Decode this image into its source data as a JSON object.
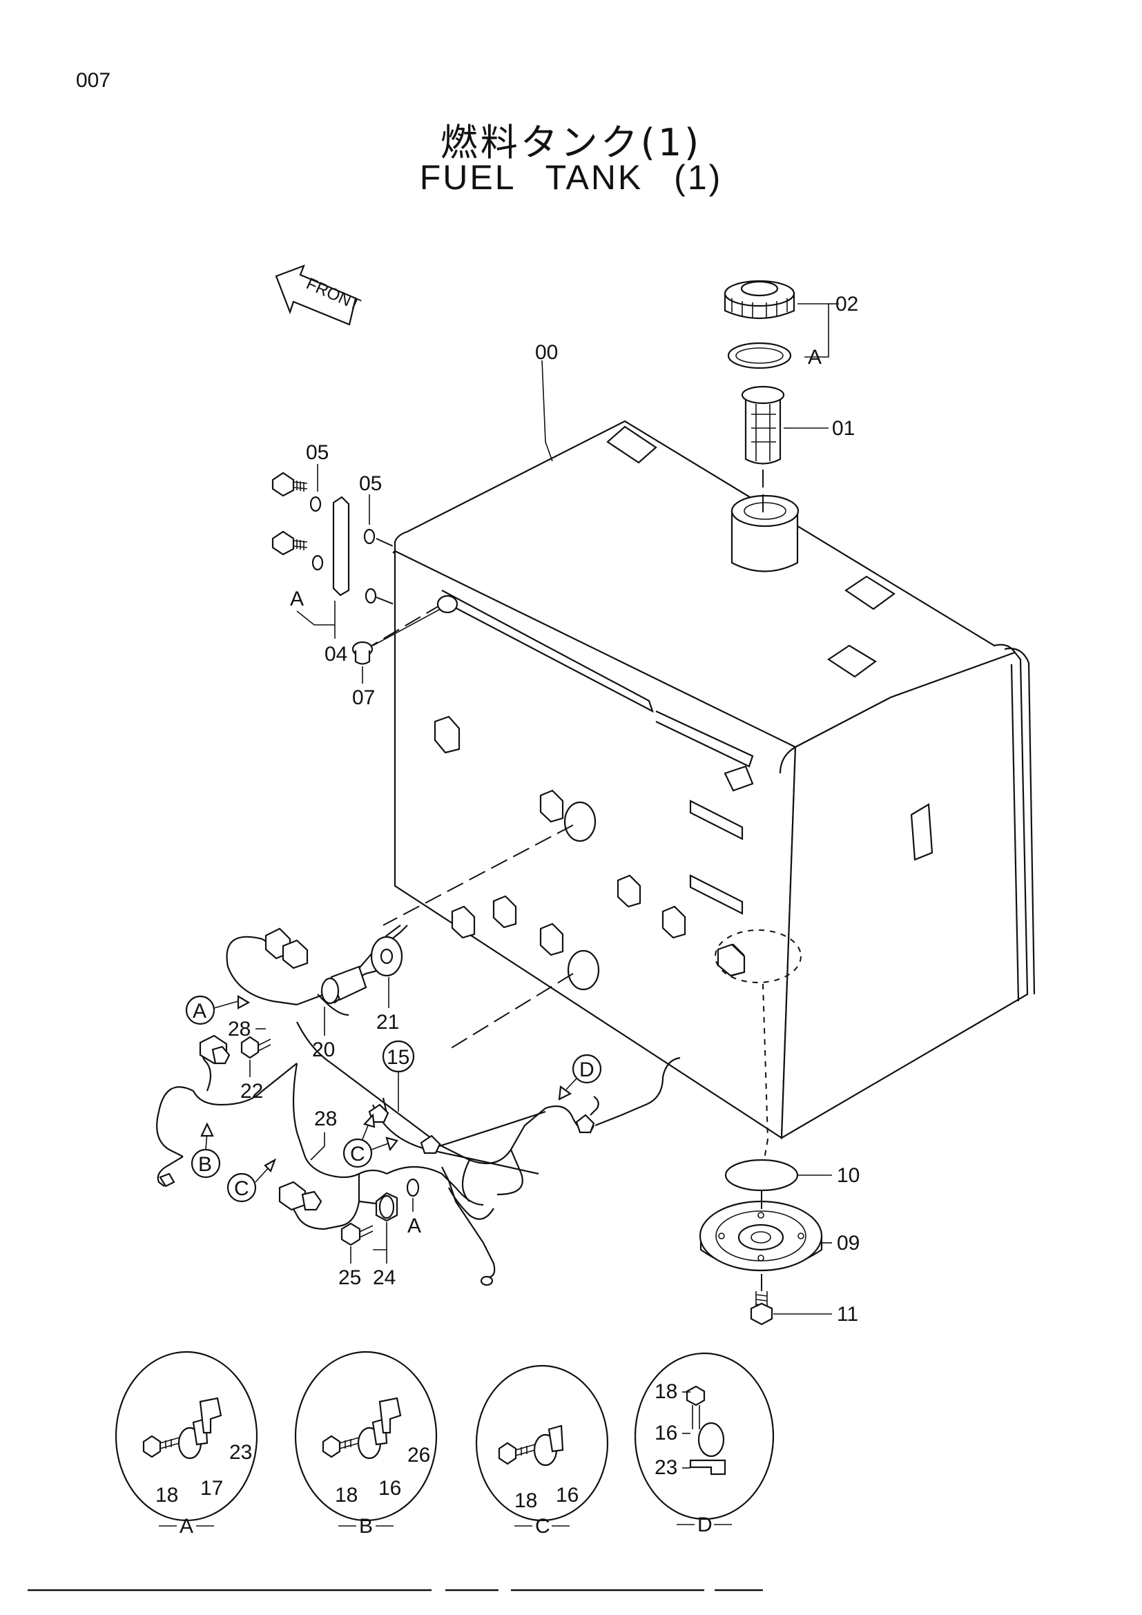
{
  "page": {
    "number": "007"
  },
  "title": {
    "japanese": "燃料タンク(1)",
    "english": "FUEL   TANK (1)"
  },
  "front_arrow": {
    "label": "FRONT"
  },
  "labels": {
    "tank": "00",
    "strainer": "01",
    "cap": "02",
    "bracket": "04",
    "washer_a": "05",
    "washer_b": "05",
    "plug": "07",
    "cover": "09",
    "gasket": "10",
    "bolt_cover": "11",
    "cable_assy": "15",
    "sensor": "20",
    "sensor_gasket": "21",
    "bolt_sensor": "22",
    "switch": "24",
    "bolt_switch": "25",
    "clip_a": "28",
    "clip_b": "28",
    "ref_a1": "A",
    "ref_a2": "A",
    "ref_a3": "A",
    "callout_a": "A",
    "callout_b": "B",
    "callout_c1": "C",
    "callout_c2": "C",
    "callout_d": "D"
  },
  "details": [
    {
      "letter": "A",
      "labels": [
        "18",
        "17",
        "23"
      ]
    },
    {
      "letter": "B",
      "labels": [
        "18",
        "16",
        "26"
      ]
    },
    {
      "letter": "C",
      "labels": [
        "18",
        "16"
      ]
    },
    {
      "letter": "D",
      "labels": [
        "18",
        "16",
        "23"
      ]
    }
  ]
}
